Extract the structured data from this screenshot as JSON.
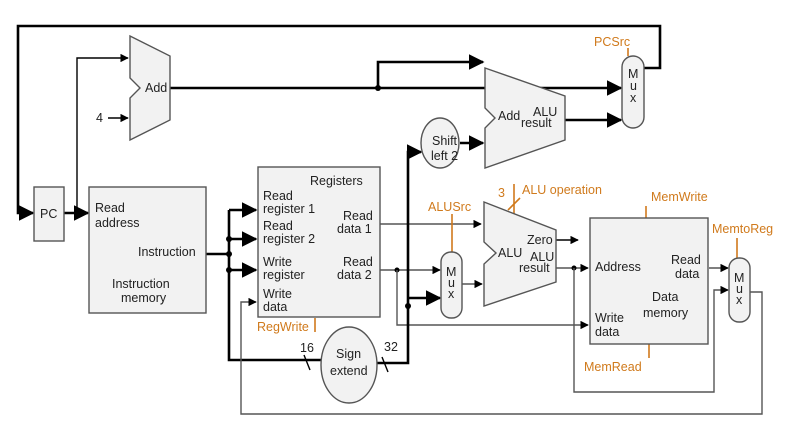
{
  "colors": {
    "control": "#d07a1c",
    "wire": "#000000",
    "fill": "#f2f2f2",
    "outline": "#555555"
  },
  "pc": {
    "label": "PC"
  },
  "instr_mem": {
    "read_address_1": "Read",
    "read_address_2": "address",
    "instruction": "Instruction",
    "name_1": "Instruction",
    "name_2": "memory"
  },
  "adder": {
    "label": "Add",
    "constant": "4"
  },
  "registers": {
    "title": "Registers",
    "read_reg1_1": "Read",
    "read_reg1_2": "register 1",
    "read_reg2_1": "Read",
    "read_reg2_2": "register 2",
    "write_reg_1": "Write",
    "write_reg_2": "register",
    "write_data_1": "Write",
    "write_data_2": "data",
    "read_data1_1": "Read",
    "read_data1_2": "data 1",
    "read_data2_1": "Read",
    "read_data2_2": "data 2"
  },
  "sign_extend": {
    "label_1": "Sign",
    "label_2": "extend",
    "in_bits": "16",
    "out_bits": "32"
  },
  "shift_left": {
    "label_1": "Shift",
    "label_2": "left 2"
  },
  "branch_adder": {
    "add": "Add",
    "alu": "ALU",
    "result": "result"
  },
  "alu": {
    "label": "ALU",
    "zero": "Zero",
    "alu": "ALU",
    "result": "result",
    "op_width": "3"
  },
  "data_mem": {
    "address": "Address",
    "read_1": "Read",
    "read_2": "data",
    "write_1": "Write",
    "write_2": "data",
    "name_1": "Data",
    "name_2": "memory"
  },
  "mux": {
    "m": "M",
    "u": "u",
    "x": "x"
  },
  "control": {
    "pcsrc": "PCSrc",
    "alusrc": "ALUSrc",
    "alu_operation": "ALU operation",
    "memwrite": "MemWrite",
    "memtoreg": "MemtoReg",
    "memread": "MemRead",
    "regwrite": "RegWrite"
  }
}
